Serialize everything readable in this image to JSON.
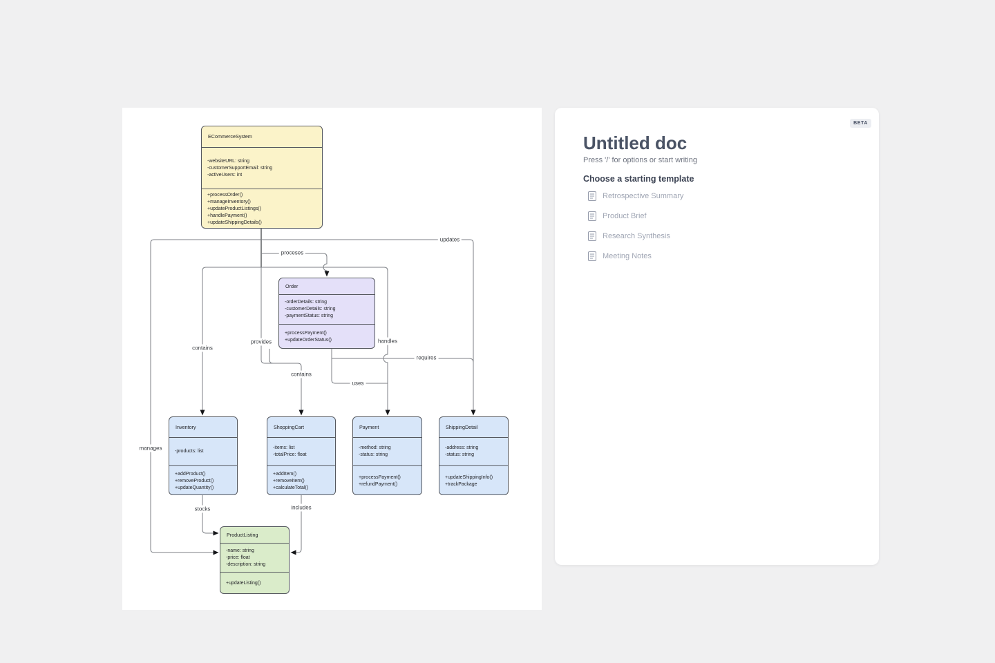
{
  "app": {
    "beta_badge": "BETA"
  },
  "doc_panel": {
    "title": "Untitled doc",
    "placeholder": "Press '/' for options or start writing",
    "templates_heading": "Choose a starting template",
    "templates": [
      {
        "icon": "document-icon",
        "label": "Retrospective Summary"
      },
      {
        "icon": "document-icon",
        "label": "Product Brief"
      },
      {
        "icon": "document-icon",
        "label": "Research Synthesis"
      },
      {
        "icon": "document-icon",
        "label": "Meeting Notes"
      }
    ]
  },
  "diagram": {
    "type": "uml-class-diagram",
    "classes": [
      {
        "name": "ECommerceSystem",
        "color": "#fbf3c9",
        "attributes": [
          "-websiteURL: string",
          "-customerSupportEmail: string",
          "-activeUsers: int"
        ],
        "methods": [
          "+processOrder()",
          "+manageInventory()",
          "+updateProductListings()",
          "+handlePayment()",
          "+updateShippingDetails()"
        ]
      },
      {
        "name": "Order",
        "color": "#e4e0f9",
        "attributes": [
          "-orderDetails: string",
          "-customerDetails: string",
          "-paymentStatus: string"
        ],
        "methods": [
          "+processPayment()",
          "+updateOrderStatus()"
        ]
      },
      {
        "name": "Inventory",
        "color": "#d7e6f9",
        "attributes": [
          "-products: list"
        ],
        "methods": [
          "+addProduct()",
          "+removeProduct()",
          "+updateQuantity()"
        ]
      },
      {
        "name": "ShoppingCart",
        "color": "#d7e6f9",
        "attributes": [
          "-items: list",
          "-totalPrice: float"
        ],
        "methods": [
          "+addItem()",
          "+removeItem()",
          "+calculateTotal()"
        ]
      },
      {
        "name": "Payment",
        "color": "#d7e6f9",
        "attributes": [
          "-method: string",
          "-status: string"
        ],
        "methods": [
          "+processPayment()",
          "+refundPayment()"
        ]
      },
      {
        "name": "ShippingDetail",
        "color": "#d7e6f9",
        "attributes": [
          "-address: string",
          "-status: string"
        ],
        "methods": [
          "+updateShippingInfo()",
          "+trackPackage"
        ]
      },
      {
        "name": "ProductListing",
        "color": "#daecca",
        "attributes": [
          "-name: string",
          "-price: float",
          "-description: string"
        ],
        "methods": [
          "+updateListing()"
        ]
      }
    ],
    "labels": {
      "updates": "updates",
      "processes": "proceses",
      "contains_inventory": "contains",
      "provides": "provides",
      "handles": "handles",
      "contains_cart": "contains",
      "requires": "requires",
      "uses": "uses",
      "manages": "manages",
      "stocks": "stocks",
      "includes": "includes"
    },
    "colors": {
      "page_bg": "#f0f0f1",
      "panel_bg": "#ffffff",
      "class_yellow": "#fbf3c9",
      "class_purple": "#e4e0f9",
      "class_blue": "#d7e6f9",
      "class_green": "#daecca",
      "connector": "#7c7f85",
      "arrowhead": "#141518"
    }
  }
}
